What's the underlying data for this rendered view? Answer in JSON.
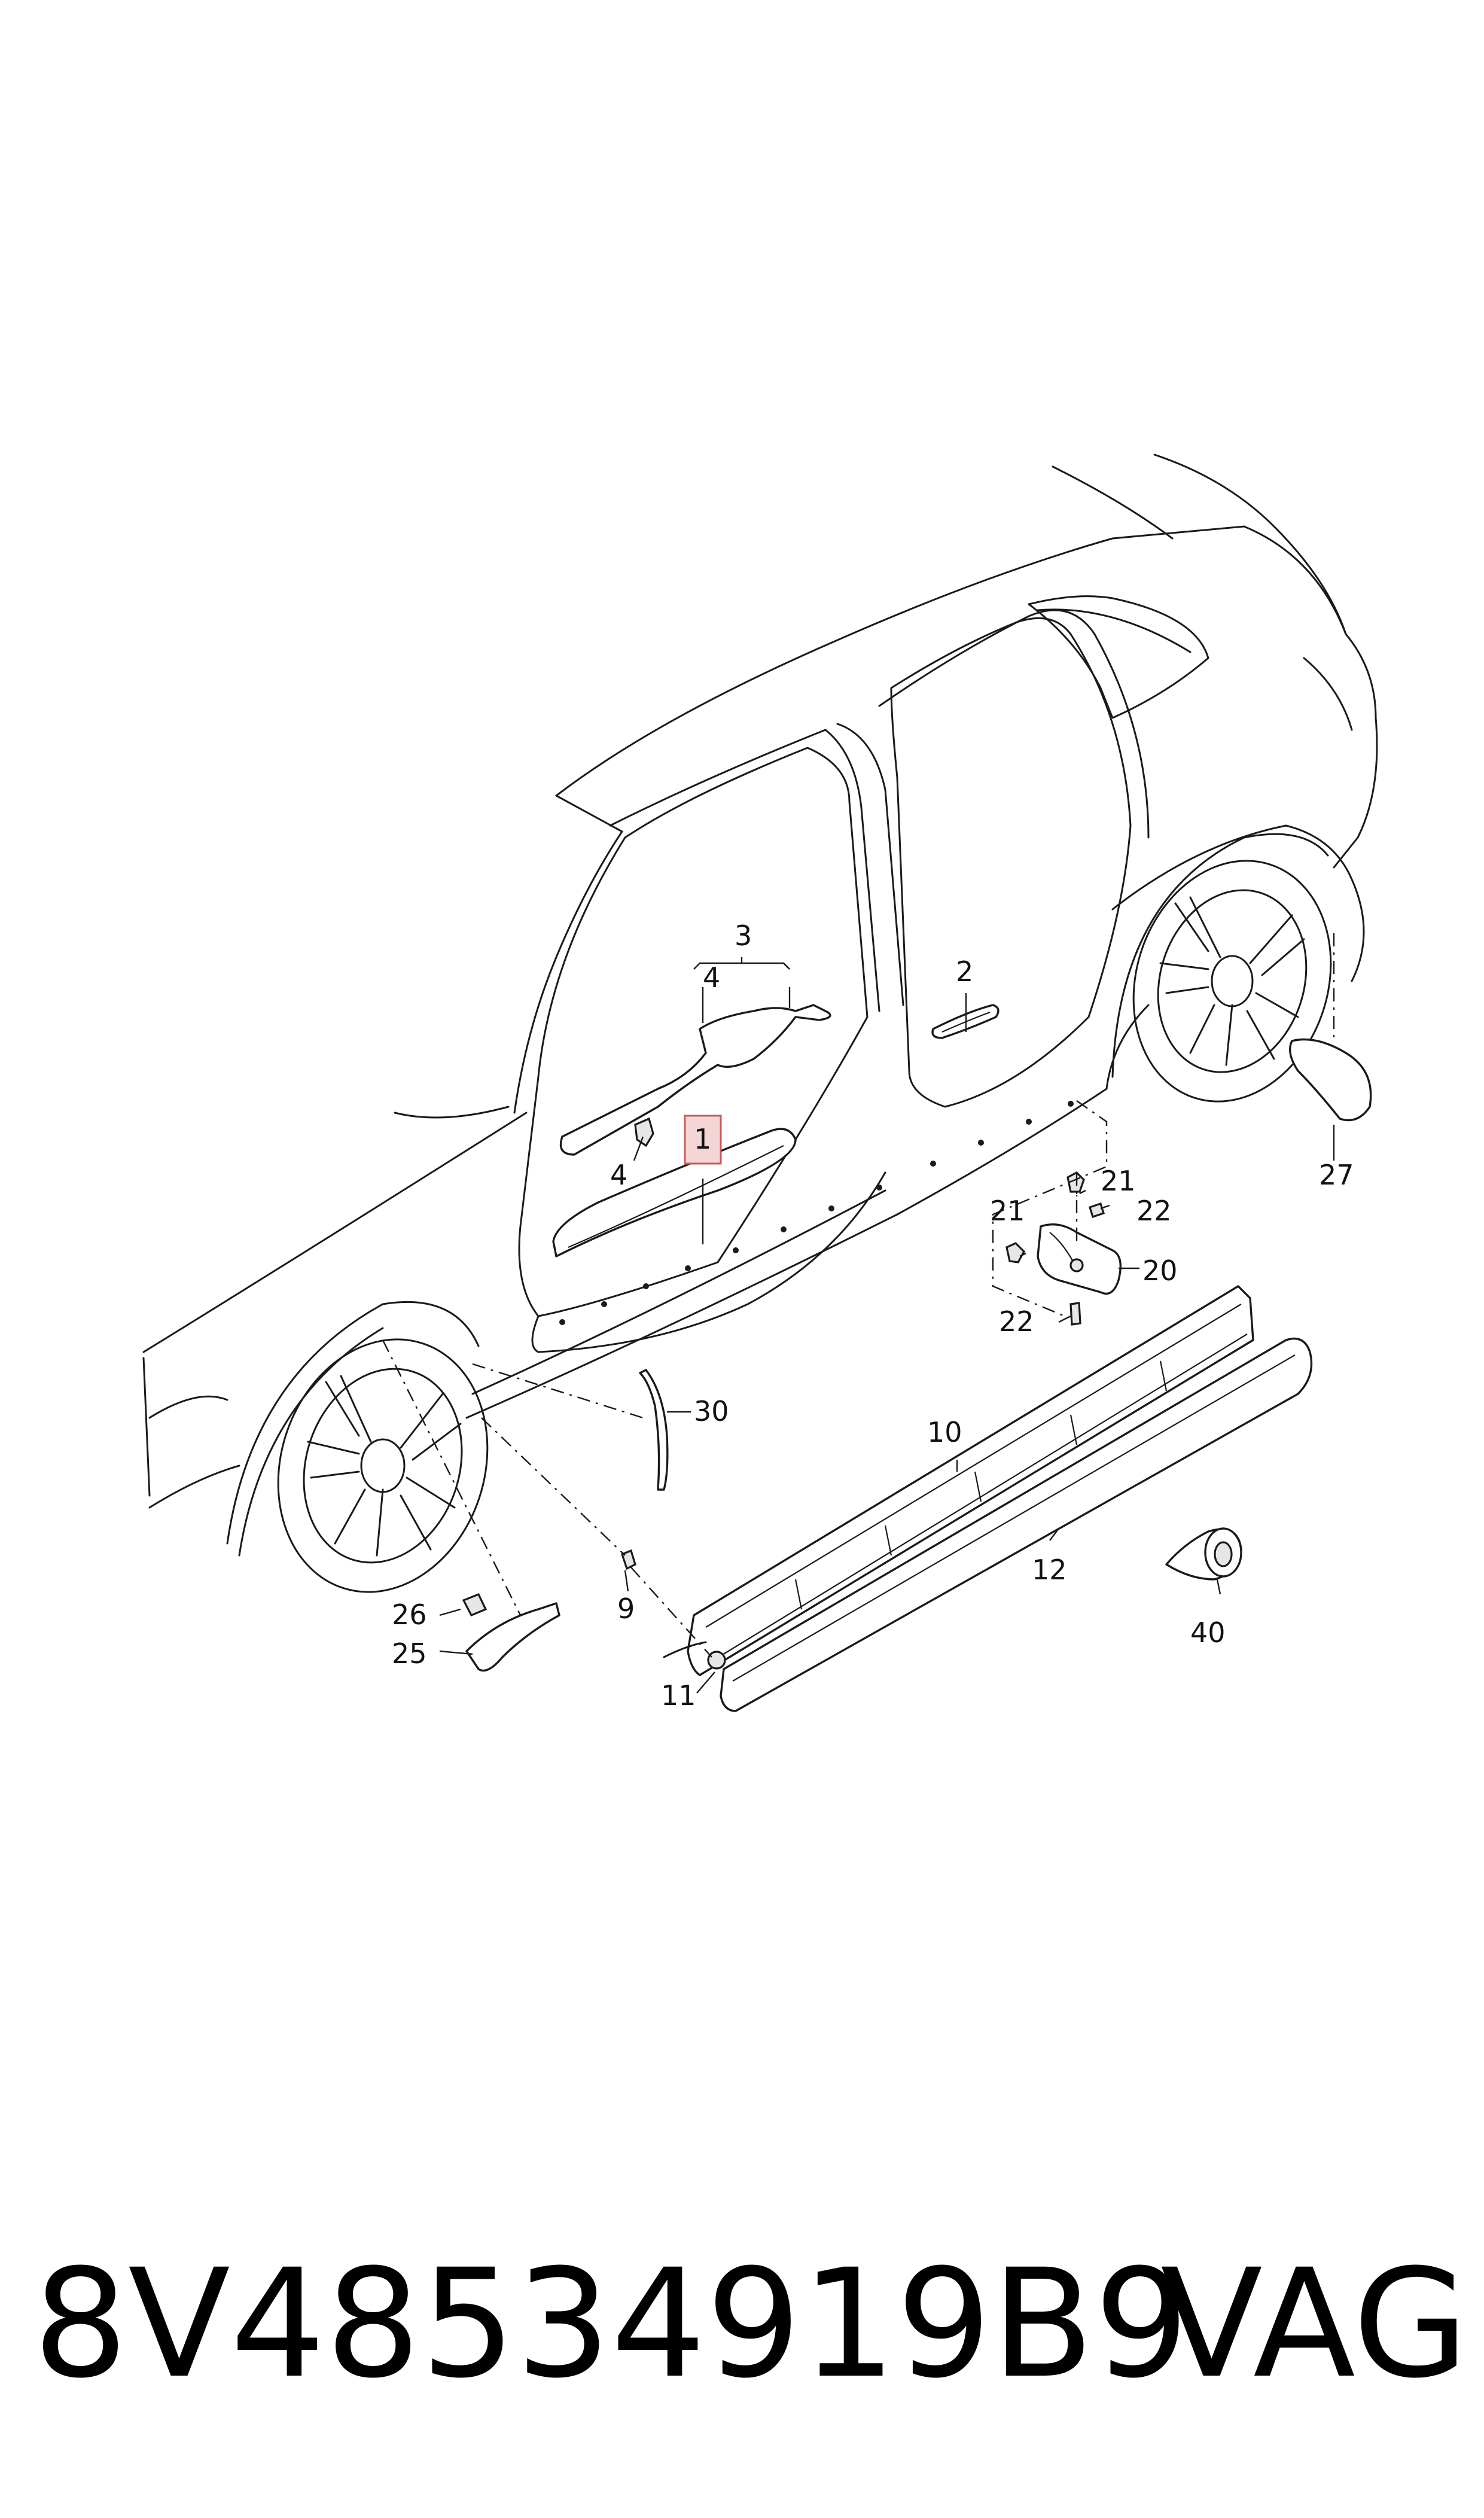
{
  "callouts": {
    "c1": "1",
    "c2": "2",
    "c3": "3",
    "c4a": "4",
    "c4b": "4",
    "c9": "9",
    "c10": "10",
    "c11": "11",
    "c12": "12",
    "c20": "20",
    "c21a": "21",
    "c21b": "21",
    "c22a": "22",
    "c22b": "22",
    "c25": "25",
    "c26": "26",
    "c27": "27",
    "c30": "30",
    "c40": "40"
  },
  "footer": {
    "part_number": "8V48534919B9",
    "brand": "VAG"
  },
  "colors": {
    "line": "#1a1a1a",
    "highlight_fill": "#f5d6d6",
    "highlight_stroke": "#c95a5a"
  }
}
